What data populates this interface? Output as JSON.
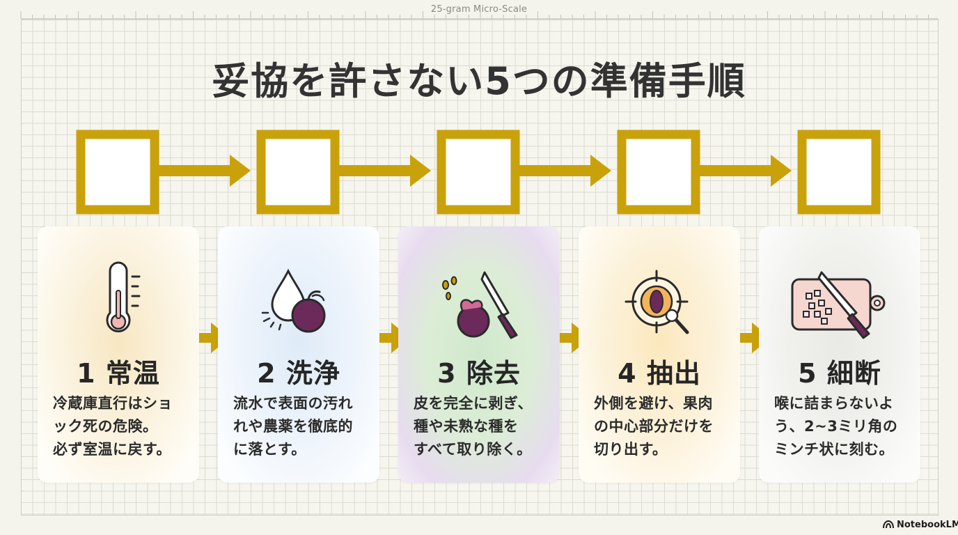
{
  "header": {
    "scale_label": "25-gram Micro-Scale",
    "title": "妥協を許さない5つの準備手順"
  },
  "colors": {
    "accent": "#c9a10a",
    "plum": "#6b2a5a",
    "text": "#2b2b2b"
  },
  "steps": [
    {
      "title": "1 常温",
      "lines": [
        "冷蔵庫直行はショ",
        "ック死の危険。",
        "必ず室温に戻す。"
      ],
      "icon": "thermometer-icon"
    },
    {
      "title": "2 洗浄",
      "lines": [
        "流水で表面の汚れ",
        "れや農薬を徹底的",
        "に落とす。"
      ],
      "icon": "water-drop-berry-icon"
    },
    {
      "title": "3 除去",
      "lines": [
        "皮を完全に剥ぎ、",
        "種や未熟な種を",
        "すべて取り除く。"
      ],
      "icon": "knife-peeling-icon"
    },
    {
      "title": "4 抽出",
      "lines": [
        "外側を避け、果肉",
        "の中心部分だけを",
        "切り出す。"
      ],
      "icon": "target-magnifier-icon"
    },
    {
      "title": "5 細断",
      "lines": [
        "喉に詰まらないよ",
        "う、2~3ミリ角の",
        "ミンチ状に刻む。"
      ],
      "icon": "cutting-board-knife-icon"
    }
  ],
  "brand": {
    "name": "NotebookLM",
    "icon": "notebooklm-logo-icon"
  }
}
